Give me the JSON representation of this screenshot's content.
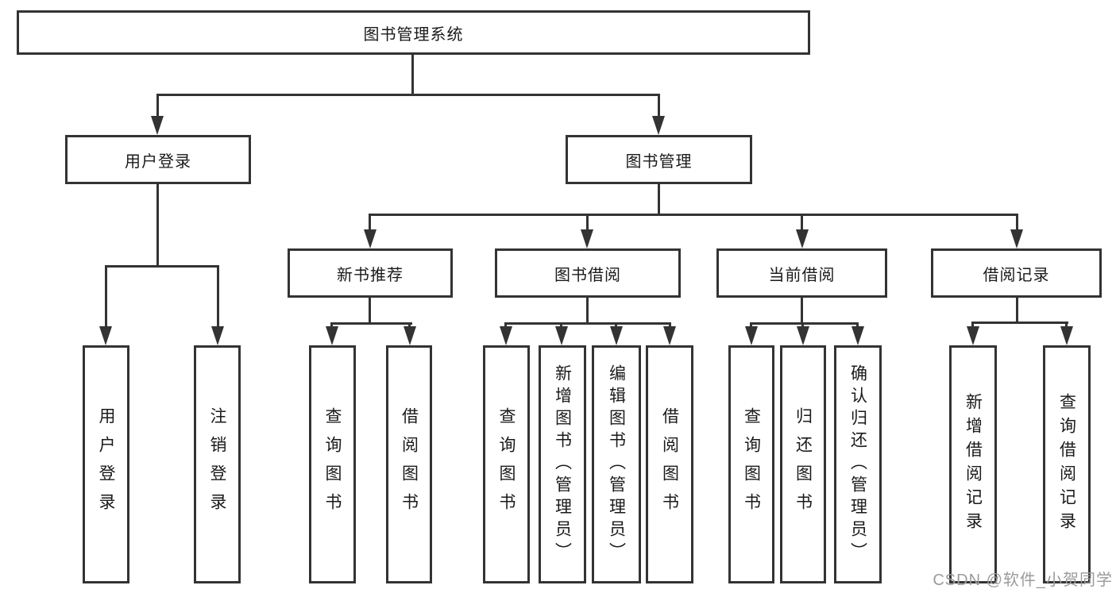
{
  "diagram": {
    "root": {
      "label": "图书管理系统"
    },
    "level2": {
      "user_login": {
        "label": "用户登录"
      },
      "book_mgmt": {
        "label": "图书管理"
      }
    },
    "level3": {
      "new_books": {
        "label": "新书推荐"
      },
      "book_borrow": {
        "label": "图书借阅"
      },
      "current_borrow": {
        "label": "当前借阅"
      },
      "borrow_records": {
        "label": "借阅记录"
      }
    },
    "leaves": {
      "user_login_leaf": {
        "label": "用户登录"
      },
      "logout_leaf": {
        "label": "注销登录"
      },
      "query_books_recommend": {
        "label": "查询图书"
      },
      "borrow_books_recommend": {
        "label": "借阅图书"
      },
      "query_books_borrow": {
        "label": "查询图书"
      },
      "add_books_admin": {
        "label": "新增图书（管理员）"
      },
      "edit_books_admin": {
        "label": "编辑图书（管理员）"
      },
      "borrow_books_borrow": {
        "label": "借阅图书"
      },
      "query_books_current": {
        "label": "查询图书"
      },
      "return_books": {
        "label": "归还图书"
      },
      "confirm_return_admin": {
        "label": "确认归还（管理员）"
      },
      "add_borrow_record": {
        "label": "新增借阅记录"
      },
      "query_borrow_record": {
        "label": "查询借阅记录"
      }
    },
    "watermark": "CSDN @软件_小贺同学",
    "colors": {
      "line": "#333333",
      "text": "#1a1a1a",
      "watermark": "#9b9b9b",
      "background": "#ffffff"
    }
  }
}
